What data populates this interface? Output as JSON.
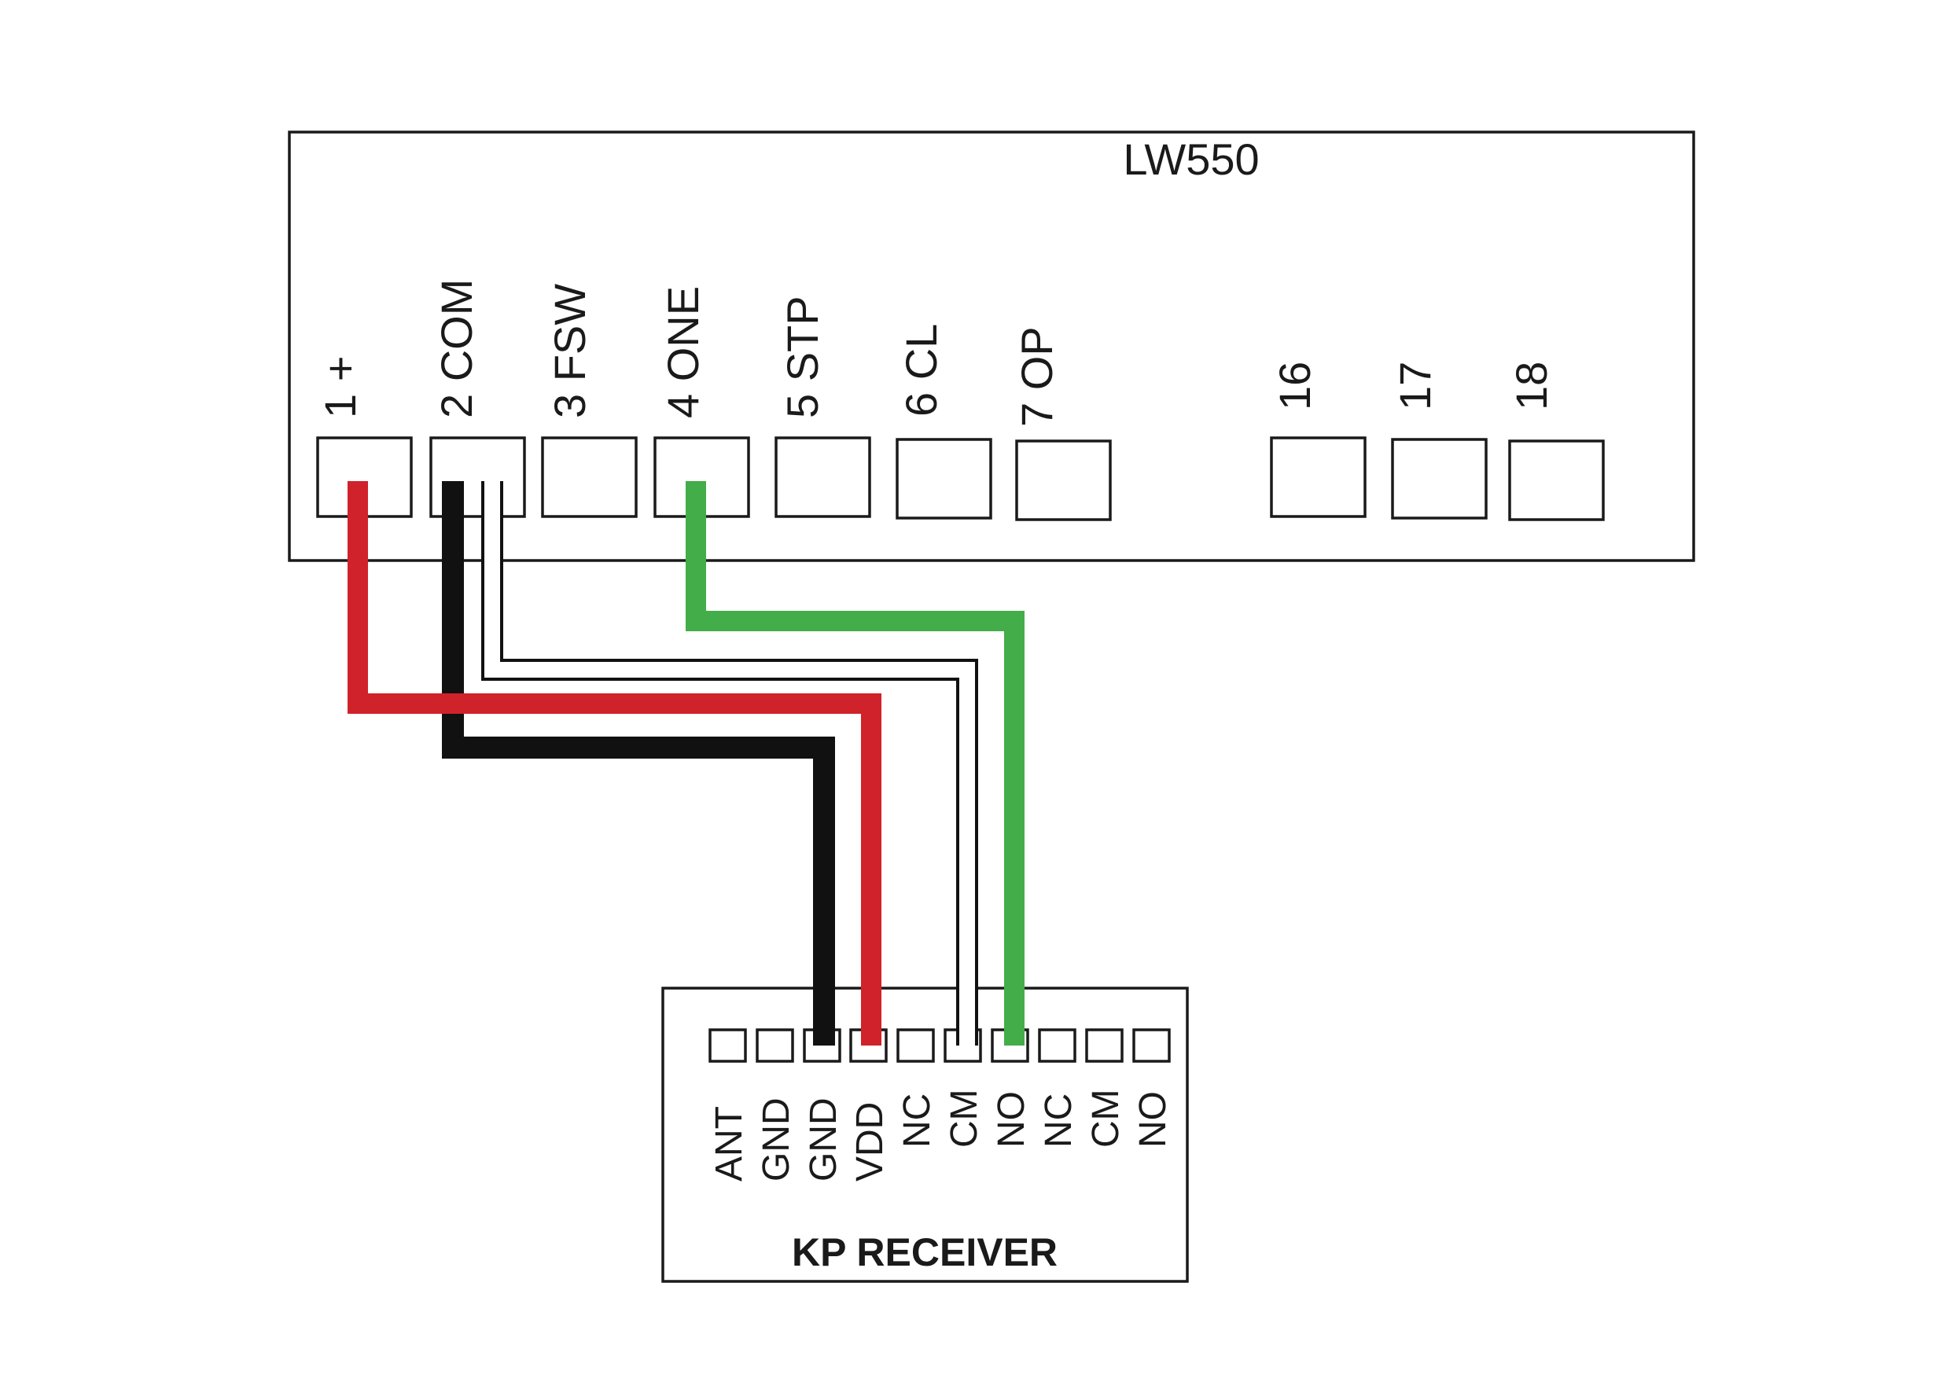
{
  "controller": {
    "title": "LW550",
    "terminals": [
      {
        "id": "t1",
        "label": "1  +"
      },
      {
        "id": "t2",
        "label": "2  COM"
      },
      {
        "id": "t3",
        "label": "3  FSW"
      },
      {
        "id": "t4",
        "label": "4 ONE"
      },
      {
        "id": "t5",
        "label": "5 STP"
      },
      {
        "id": "t6",
        "label": "6 CL"
      },
      {
        "id": "t7",
        "label": "7 OP"
      },
      {
        "id": "t16",
        "label": "16"
      },
      {
        "id": "t17",
        "label": "17"
      },
      {
        "id": "t18",
        "label": "18"
      }
    ]
  },
  "receiver": {
    "title": "KP RECEIVER",
    "pins": [
      "ANT",
      "GND",
      "GND",
      "VDD",
      "NC",
      "CM",
      "NO",
      "NC",
      "CM",
      "NO"
    ]
  },
  "wires": [
    {
      "id": "red",
      "color": "#d0222a",
      "from": "1  +",
      "to": "VDD"
    },
    {
      "id": "black",
      "color": "#111111",
      "from": "2  COM",
      "to": "GND"
    },
    {
      "id": "white",
      "color": "#ffffff",
      "from": "2  COM",
      "to": "CM"
    },
    {
      "id": "green",
      "color": "#43ad49",
      "from": "4 ONE",
      "to": "NO"
    }
  ]
}
